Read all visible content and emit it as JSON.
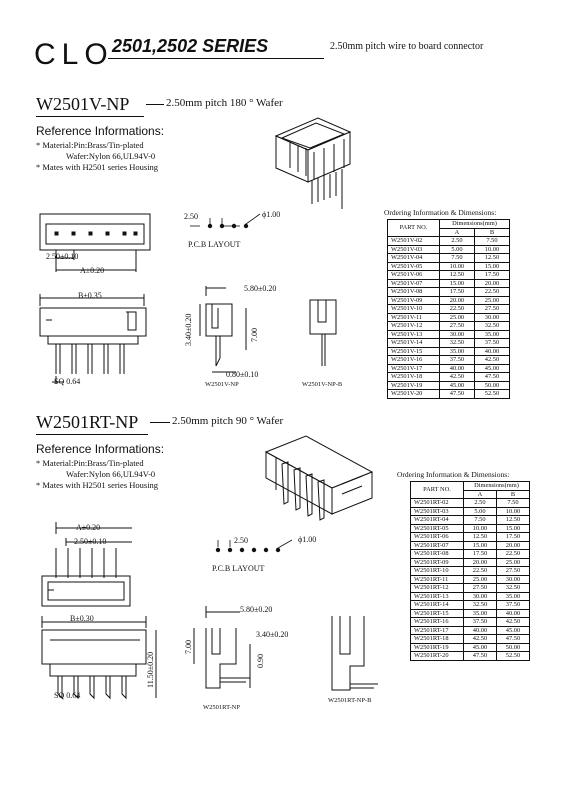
{
  "header": {
    "brand": "CLO",
    "series": "2501,2502 SERIES",
    "subtitle": "2.50mm pitch wire to board connector"
  },
  "section1": {
    "model": "W2501V-NP",
    "description": "2.50mm pitch 180 ° Wafer",
    "ref_title": "Reference Informations:",
    "ref_lines": [
      "* Material:Pin:Brass/Tin-plated",
      "Wafer:Nylon 66,UL94V-0",
      "* Mates with H2501 series Housing"
    ],
    "labels": {
      "pitch": "2.50±0.10",
      "dim_a": "A±0.20",
      "dim_b": "B±0.35",
      "sq": "SQ 0.64",
      "pcb_pitch": "2.50",
      "hole": "ϕ1.00",
      "pcb_layout": "P.C.B LAYOUT",
      "height": "3.40±0.20",
      "depth": "5.80±0.20",
      "pin_len": "7.00",
      "pin_tail": "0.80±0.10",
      "side_name": "W2501V-NP",
      "side_name_b": "W2501V-NP-B"
    },
    "ordering": {
      "title": "Ordering Information & Dimensions:",
      "col_part": "PART NO.",
      "col_dims": "Dimensions(mm)",
      "col_a": "A",
      "col_b": "B",
      "rows": [
        [
          "W2501V-02",
          "2.50",
          "7.50"
        ],
        [
          "W2501V-03",
          "5.00",
          "10.00"
        ],
        [
          "W2501V-04",
          "7.50",
          "12.50"
        ],
        [
          "W2501V-05",
          "10.00",
          "15.00"
        ],
        [
          "W2501V-06",
          "12.50",
          "17.50"
        ],
        [
          "W2501V-07",
          "15.00",
          "20.00"
        ],
        [
          "W2501V-08",
          "17.50",
          "22.50"
        ],
        [
          "W2501V-09",
          "20.00",
          "25.00"
        ],
        [
          "W2501V-10",
          "22.50",
          "27.50"
        ],
        [
          "W2501V-11",
          "25.00",
          "30.00"
        ],
        [
          "W2501V-12",
          "27.50",
          "32.50"
        ],
        [
          "W2501V-13",
          "30.00",
          "35.00"
        ],
        [
          "W2501V-14",
          "32.50",
          "37.50"
        ],
        [
          "W2501V-15",
          "35.00",
          "40.00"
        ],
        [
          "W2501V-16",
          "37.50",
          "42.50"
        ],
        [
          "W2501V-17",
          "40.00",
          "45.00"
        ],
        [
          "W2501V-18",
          "42.50",
          "47.50"
        ],
        [
          "W2501V-19",
          "45.00",
          "50.00"
        ],
        [
          "W2501V-20",
          "47.50",
          "52.50"
        ]
      ]
    }
  },
  "section2": {
    "model": "W2501RT-NP",
    "description": "2.50mm pitch 90 ° Wafer",
    "ref_title": "Reference Informations:",
    "ref_lines": [
      "* Material:Pin:Brass/Tin-plated",
      "Wafer:Nylon 66,UL94V-0",
      "* Mates with H2501 series Housing"
    ],
    "labels": {
      "dim_a": "A±0.20",
      "pitch": "2.50±0.10",
      "dim_b": "B±0.30",
      "sq": "SQ 0.64",
      "height": "11.50±0.20",
      "pcb_pitch": "2.50",
      "hole": "ϕ1.00",
      "pcb_layout": "P.C.B LAYOUT",
      "depth": "5.80±0.20",
      "pin_len": "7.00",
      "offset": "3.40±0.20",
      "tail": "0.90",
      "side_name": "W2501RT-NP",
      "side_name_b": "W2501RT-NP-B"
    },
    "ordering": {
      "title": "Ordering Information & Dimensions:",
      "col_part": "PART NO.",
      "col_dims": "Dimensions(mm)",
      "col_a": "A",
      "col_b": "B",
      "rows": [
        [
          "W2501RT-02",
          "2.50",
          "7.50"
        ],
        [
          "W2501RT-03",
          "5.00",
          "10.00"
        ],
        [
          "W2501RT-04",
          "7.50",
          "12.50"
        ],
        [
          "W2501RT-05",
          "10.00",
          "15.00"
        ],
        [
          "W2501RT-06",
          "12.50",
          "17.50"
        ],
        [
          "W2501RT-07",
          "15.00",
          "20.00"
        ],
        [
          "W2501RT-08",
          "17.50",
          "22.50"
        ],
        [
          "W2501RT-09",
          "20.00",
          "25.00"
        ],
        [
          "W2501RT-10",
          "22.50",
          "27.50"
        ],
        [
          "W2501RT-11",
          "25.00",
          "30.00"
        ],
        [
          "W2501RT-12",
          "27.50",
          "32.50"
        ],
        [
          "W2501RT-13",
          "30.00",
          "35.00"
        ],
        [
          "W2501RT-14",
          "32.50",
          "37.50"
        ],
        [
          "W2501RT-15",
          "35.00",
          "40.00"
        ],
        [
          "W2501RT-16",
          "37.50",
          "42.50"
        ],
        [
          "W2501RT-17",
          "40.00",
          "45.00"
        ],
        [
          "W2501RT-18",
          "42.50",
          "47.50"
        ],
        [
          "W2501RT-19",
          "45.00",
          "50.00"
        ],
        [
          "W2501RT-20",
          "47.50",
          "52.50"
        ]
      ]
    }
  }
}
